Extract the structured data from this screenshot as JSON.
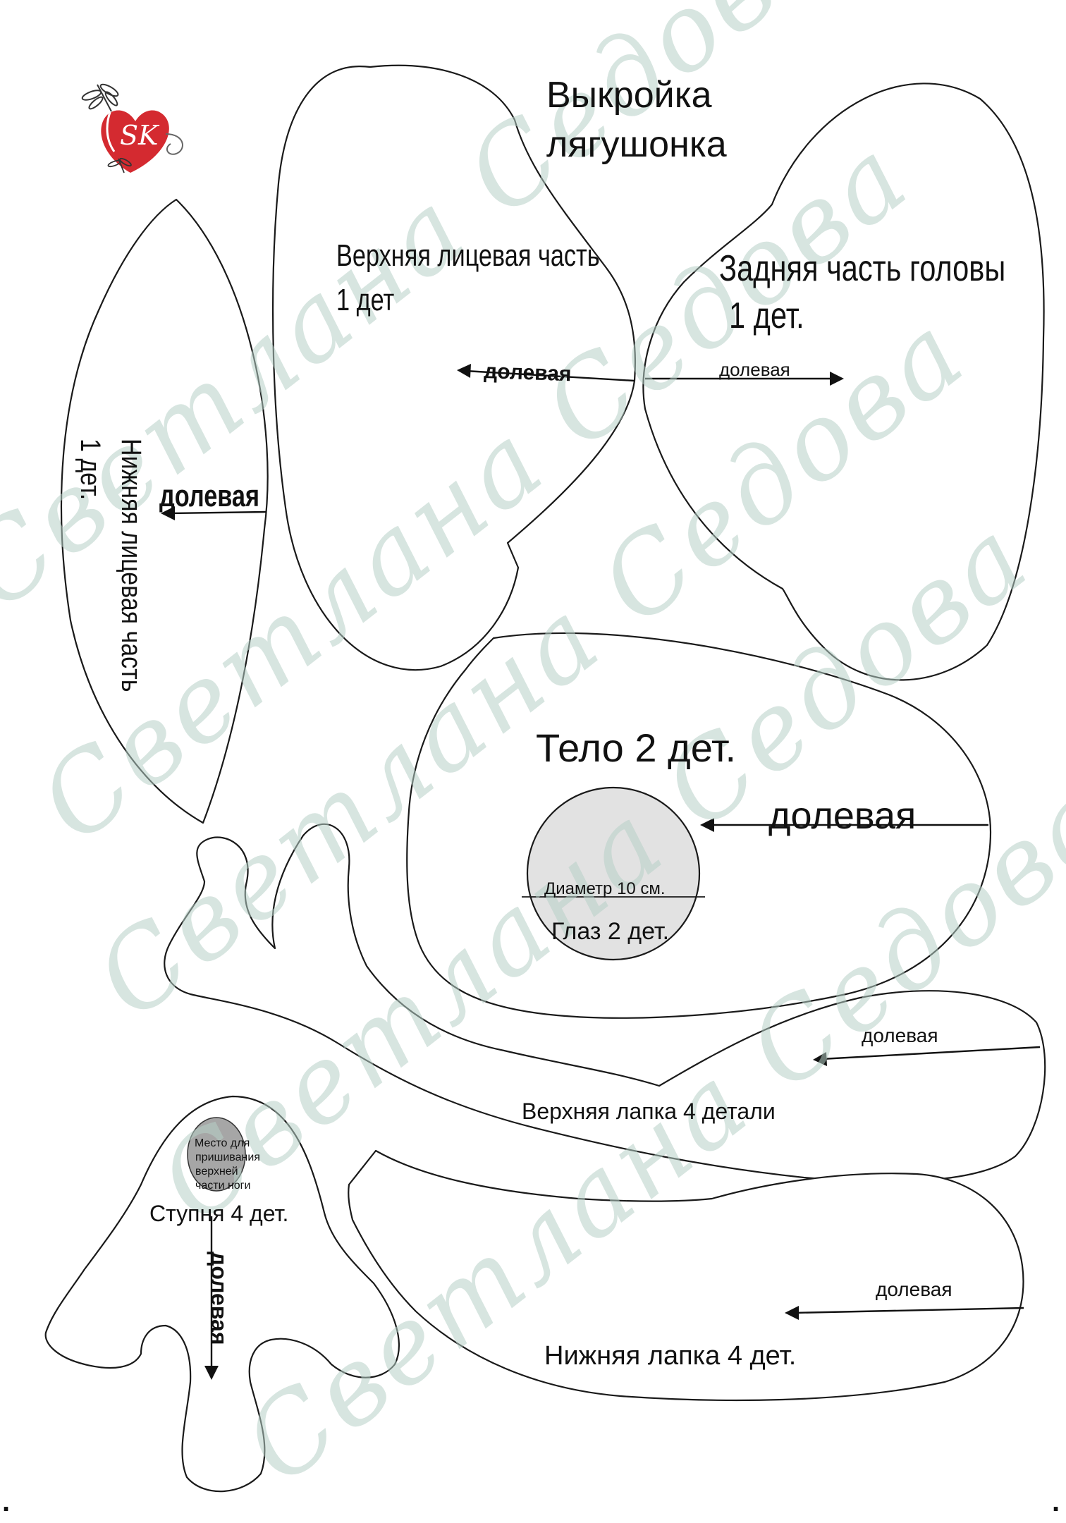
{
  "title": {
    "line1": "Выкройка",
    "line2": "лягушонка"
  },
  "watermark": "Светлана Седова",
  "logo": {
    "monogram": "SK",
    "icon": "heart-dragonfly-logo",
    "heart_color": "#d42a30"
  },
  "pieces": {
    "lower_face": {
      "line1": "Нижняя лицевая часть",
      "line2": "1 дет.",
      "grain": "долевая"
    },
    "upper_face": {
      "line1": "Верхняя лицевая часть",
      "line2": "1 дет",
      "grain": "долевая"
    },
    "back_head": {
      "line1": "Задняя часть головы",
      "line2": "1 дет.",
      "grain": "долевая"
    },
    "body": {
      "label": "Тело 2 дет.",
      "grain": "долевая"
    },
    "eye": {
      "diameter": "Диаметр 10 см.",
      "label": "Глаз 2 дет.",
      "fill_color": "#e2e2e2"
    },
    "upper_paw": {
      "label": "Верхняя лапка 4 детали",
      "grain": "долевая"
    },
    "lower_paw": {
      "label": "Нижняя лапка 4 дет.",
      "grain": "долевая"
    },
    "foot": {
      "label": "Ступня 4 дет.",
      "grain": "долевая",
      "attach_line1": "Место для",
      "attach_line2": "пришивания",
      "attach_line3": "верхней",
      "attach_line4": "части ноги",
      "attach_color": "#a6a6a6"
    }
  },
  "corner_marks": {
    "left": ".",
    "right": "."
  }
}
